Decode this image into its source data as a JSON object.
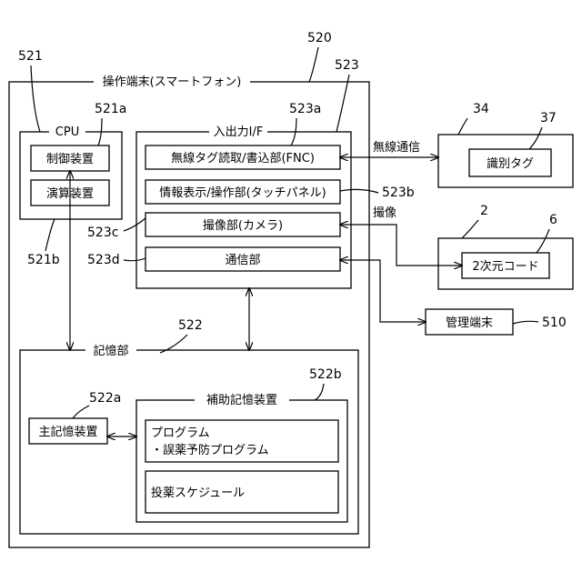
{
  "terminal": {
    "title": "操作端末(スマートフォン)",
    "ref": "520",
    "cpu": {
      "ref": "521",
      "title": "CPU",
      "control_ref": "521a",
      "control": "制御装置",
      "arith": "演算装置",
      "arith_ref": "521b"
    },
    "io": {
      "ref": "523",
      "title": "入出力I/F",
      "fnc_ref": "523a",
      "fnc": "無線タグ読取/書込部(FNC)",
      "display": "情報表示/操作部(タッチパネル)",
      "display_ref": "523b",
      "camera_ref": "523c",
      "camera": "撮像部(カメラ)",
      "comm_ref": "523d",
      "comm": "通信部"
    },
    "storage": {
      "ref": "522",
      "title": "記憶部",
      "main_ref": "522a",
      "main": "主記憶装置",
      "aux_ref": "522b",
      "aux": "補助記憶装置",
      "program_line1": "プログラム",
      "program_line2": "・誤薬予防プログラム",
      "schedule": "投薬スケジュール"
    }
  },
  "external": {
    "wireless_label": "無線通信",
    "tag_box_ref": "34",
    "tag_ref": "37",
    "tag": "識別タグ",
    "imaging_label": "撮像",
    "code_box_ref": "2",
    "code_ref": "6",
    "code": "2次元コード",
    "mgmt": "管理端末",
    "mgmt_ref": "510"
  }
}
